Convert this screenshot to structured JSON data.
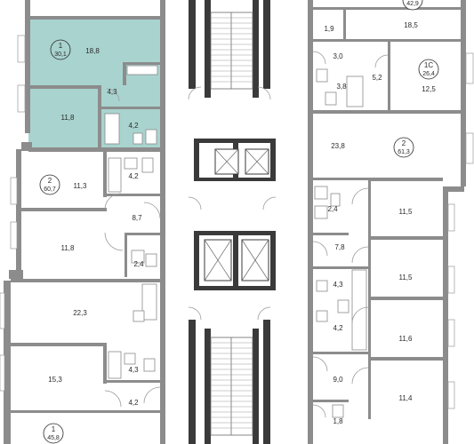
{
  "highlight_color": "#a9d3cf",
  "apartments": [
    {
      "id": "apt-1-top",
      "number": "1",
      "area": "30,1",
      "highlighted": true
    },
    {
      "id": "apt-2-left",
      "number": "2",
      "area": "60,7",
      "highlighted": false
    },
    {
      "id": "apt-1-bottom",
      "number": "1",
      "area": "45,8",
      "highlighted": false
    },
    {
      "id": "apt-top-right",
      "number": "",
      "area": "42,9",
      "highlighted": false
    },
    {
      "id": "apt-1c",
      "number": "1С",
      "area": "26,4",
      "highlighted": false
    },
    {
      "id": "apt-2-right",
      "number": "2",
      "area": "61,3",
      "highlighted": false
    }
  ],
  "rooms": [
    "18,8",
    "4,3",
    "11,8",
    "4,2",
    "11,3",
    "4,2",
    "8,7",
    "11,8",
    "2,4",
    "22,3",
    "4,3",
    "15,3",
    "4,2",
    "1,9",
    "18,5",
    "3,0",
    "5,2",
    "3,8",
    "12,5",
    "23,8",
    "2,4",
    "11,5",
    "7,8",
    "11,5",
    "4,3",
    "4,2",
    "11,6",
    "9,0",
    "11,4",
    "1,8"
  ]
}
